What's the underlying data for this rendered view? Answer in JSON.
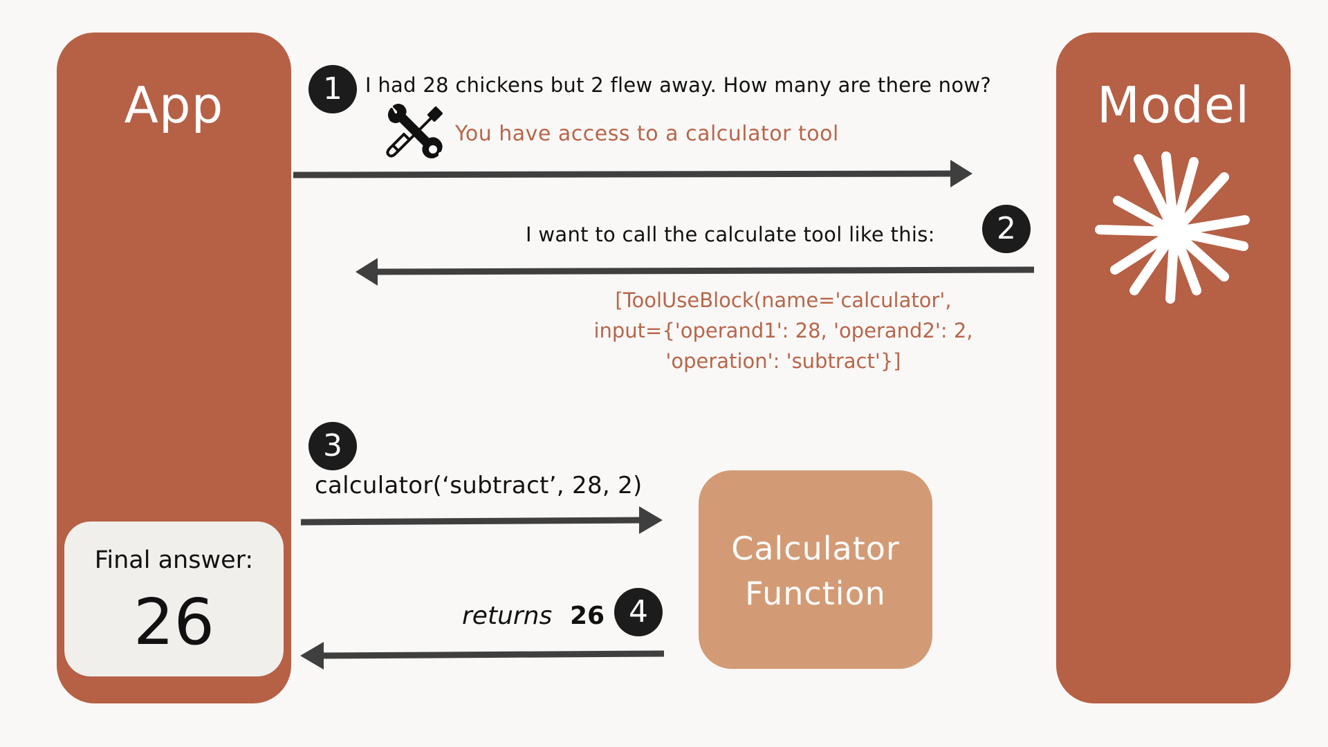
{
  "columns": {
    "app_title": "App",
    "model_title": "Model"
  },
  "final_answer": {
    "label": "Final answer:",
    "value": "26"
  },
  "calculator_box": {
    "line1": "Calculator",
    "line2": "Function"
  },
  "steps": {
    "step1": {
      "badge": "1",
      "question": "I had 28 chickens but 2 flew away. How many are there now?",
      "tool_note": "You have access to a calculator tool"
    },
    "step2": {
      "badge": "2",
      "message": "I want to call the calculate tool like this:",
      "tool_use_lines": [
        "[ToolUseBlock(name='calculator',",
        "input={'operand1': 28, 'operand2': 2,",
        "'operation': 'subtract'}]"
      ]
    },
    "step3": {
      "badge": "3",
      "call": "calculator(‘subtract’, 28, 2)"
    },
    "step4": {
      "badge": "4",
      "returns_label": "returns",
      "returns_value": "26"
    }
  },
  "icons": {
    "tools": "tools-icon",
    "model_logo": "starburst-logo-icon"
  },
  "colors": {
    "background": "#f9f8f6",
    "column": "#b66045",
    "calculator_box": "#d29b76",
    "final_box": "#f0efeb",
    "accent_text": "#b8654a",
    "arrow": "#3f3f3f",
    "badge": "#1c1c1c"
  }
}
